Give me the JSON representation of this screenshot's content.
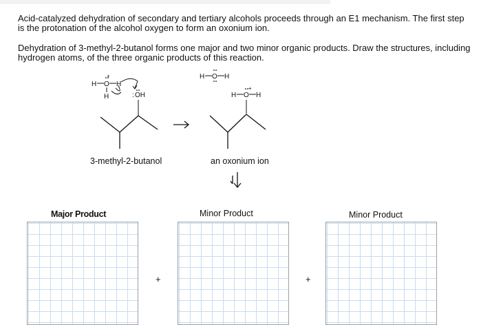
{
  "intro": {
    "para1": "Acid-catalyzed dehydration of secondary and tertiary alcohols proceeds through an E1 mechanism. The first step is the protonation of the alcohol oxygen to form an oxonium ion.",
    "para2": "Dehydration of 3-methyl-2-butanol forms one major and two minor organic products. Draw the structures, including hydrogen atoms, of the three organic products of this reaction."
  },
  "scheme": {
    "reactant_name": "3-methyl-2-butanol",
    "intermediate_name": "an oxonium ion",
    "h3o_left": "H",
    "h3o_o": "O",
    "h3o_right": "H",
    "h3o_bottom": "H",
    "charge": "+",
    "water_left": "H",
    "water_o": "O",
    "water_right": "H",
    "alcohol_o": "OH",
    "oxonium_left": "H",
    "oxonium_o": "O",
    "oxonium_right": "H",
    "lone_pair_colon": ":"
  },
  "products": {
    "major_label": "Major Product",
    "minor1_label": "Minor Product",
    "minor2_label": "Minor Product",
    "plus": "+"
  }
}
